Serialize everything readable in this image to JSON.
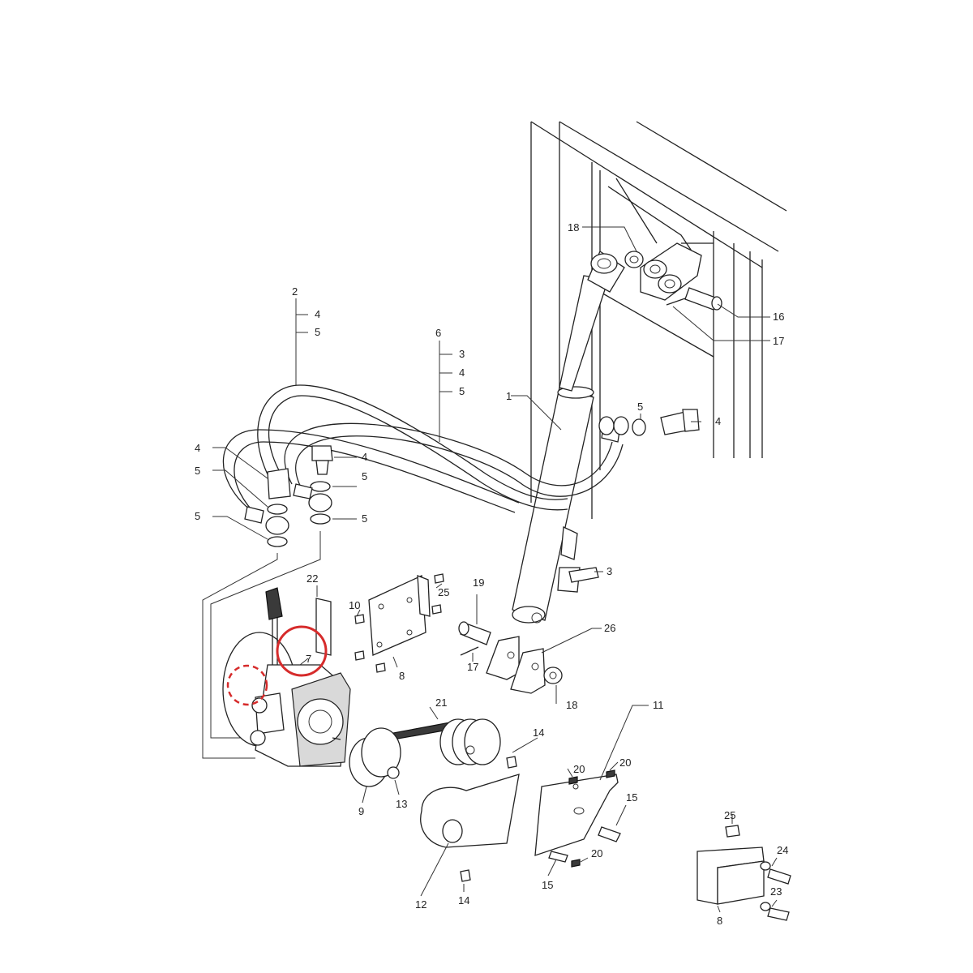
{
  "callouts": {
    "c1": "1",
    "c2": "2",
    "c3a": "3",
    "c3b": "3",
    "c4a": "4",
    "c4b": "4",
    "c4c": "4",
    "c4d": "4",
    "c4e": "4",
    "c5a": "5",
    "c5b": "5",
    "c5c": "5",
    "c5d": "5",
    "c5e": "5",
    "c5f": "5",
    "c5g": "5",
    "c6": "6",
    "c7": "7",
    "c8a": "8",
    "c8b": "8",
    "c9": "9",
    "c10": "10",
    "c11": "11",
    "c12": "12",
    "c13": "13",
    "c14a": "14",
    "c14b": "14",
    "c15a": "15",
    "c15b": "15",
    "c16": "16",
    "c17a": "17",
    "c17b": "17",
    "c18a": "18",
    "c18b": "18",
    "c19": "19",
    "c20a": "20",
    "c20b": "20",
    "c20c": "20",
    "c21": "21",
    "c22": "22",
    "c23": "23",
    "c24": "24",
    "c25a": "25",
    "c25b": "25",
    "c26": "26"
  },
  "highlight_colors": {
    "circle": "#d62b2b"
  }
}
